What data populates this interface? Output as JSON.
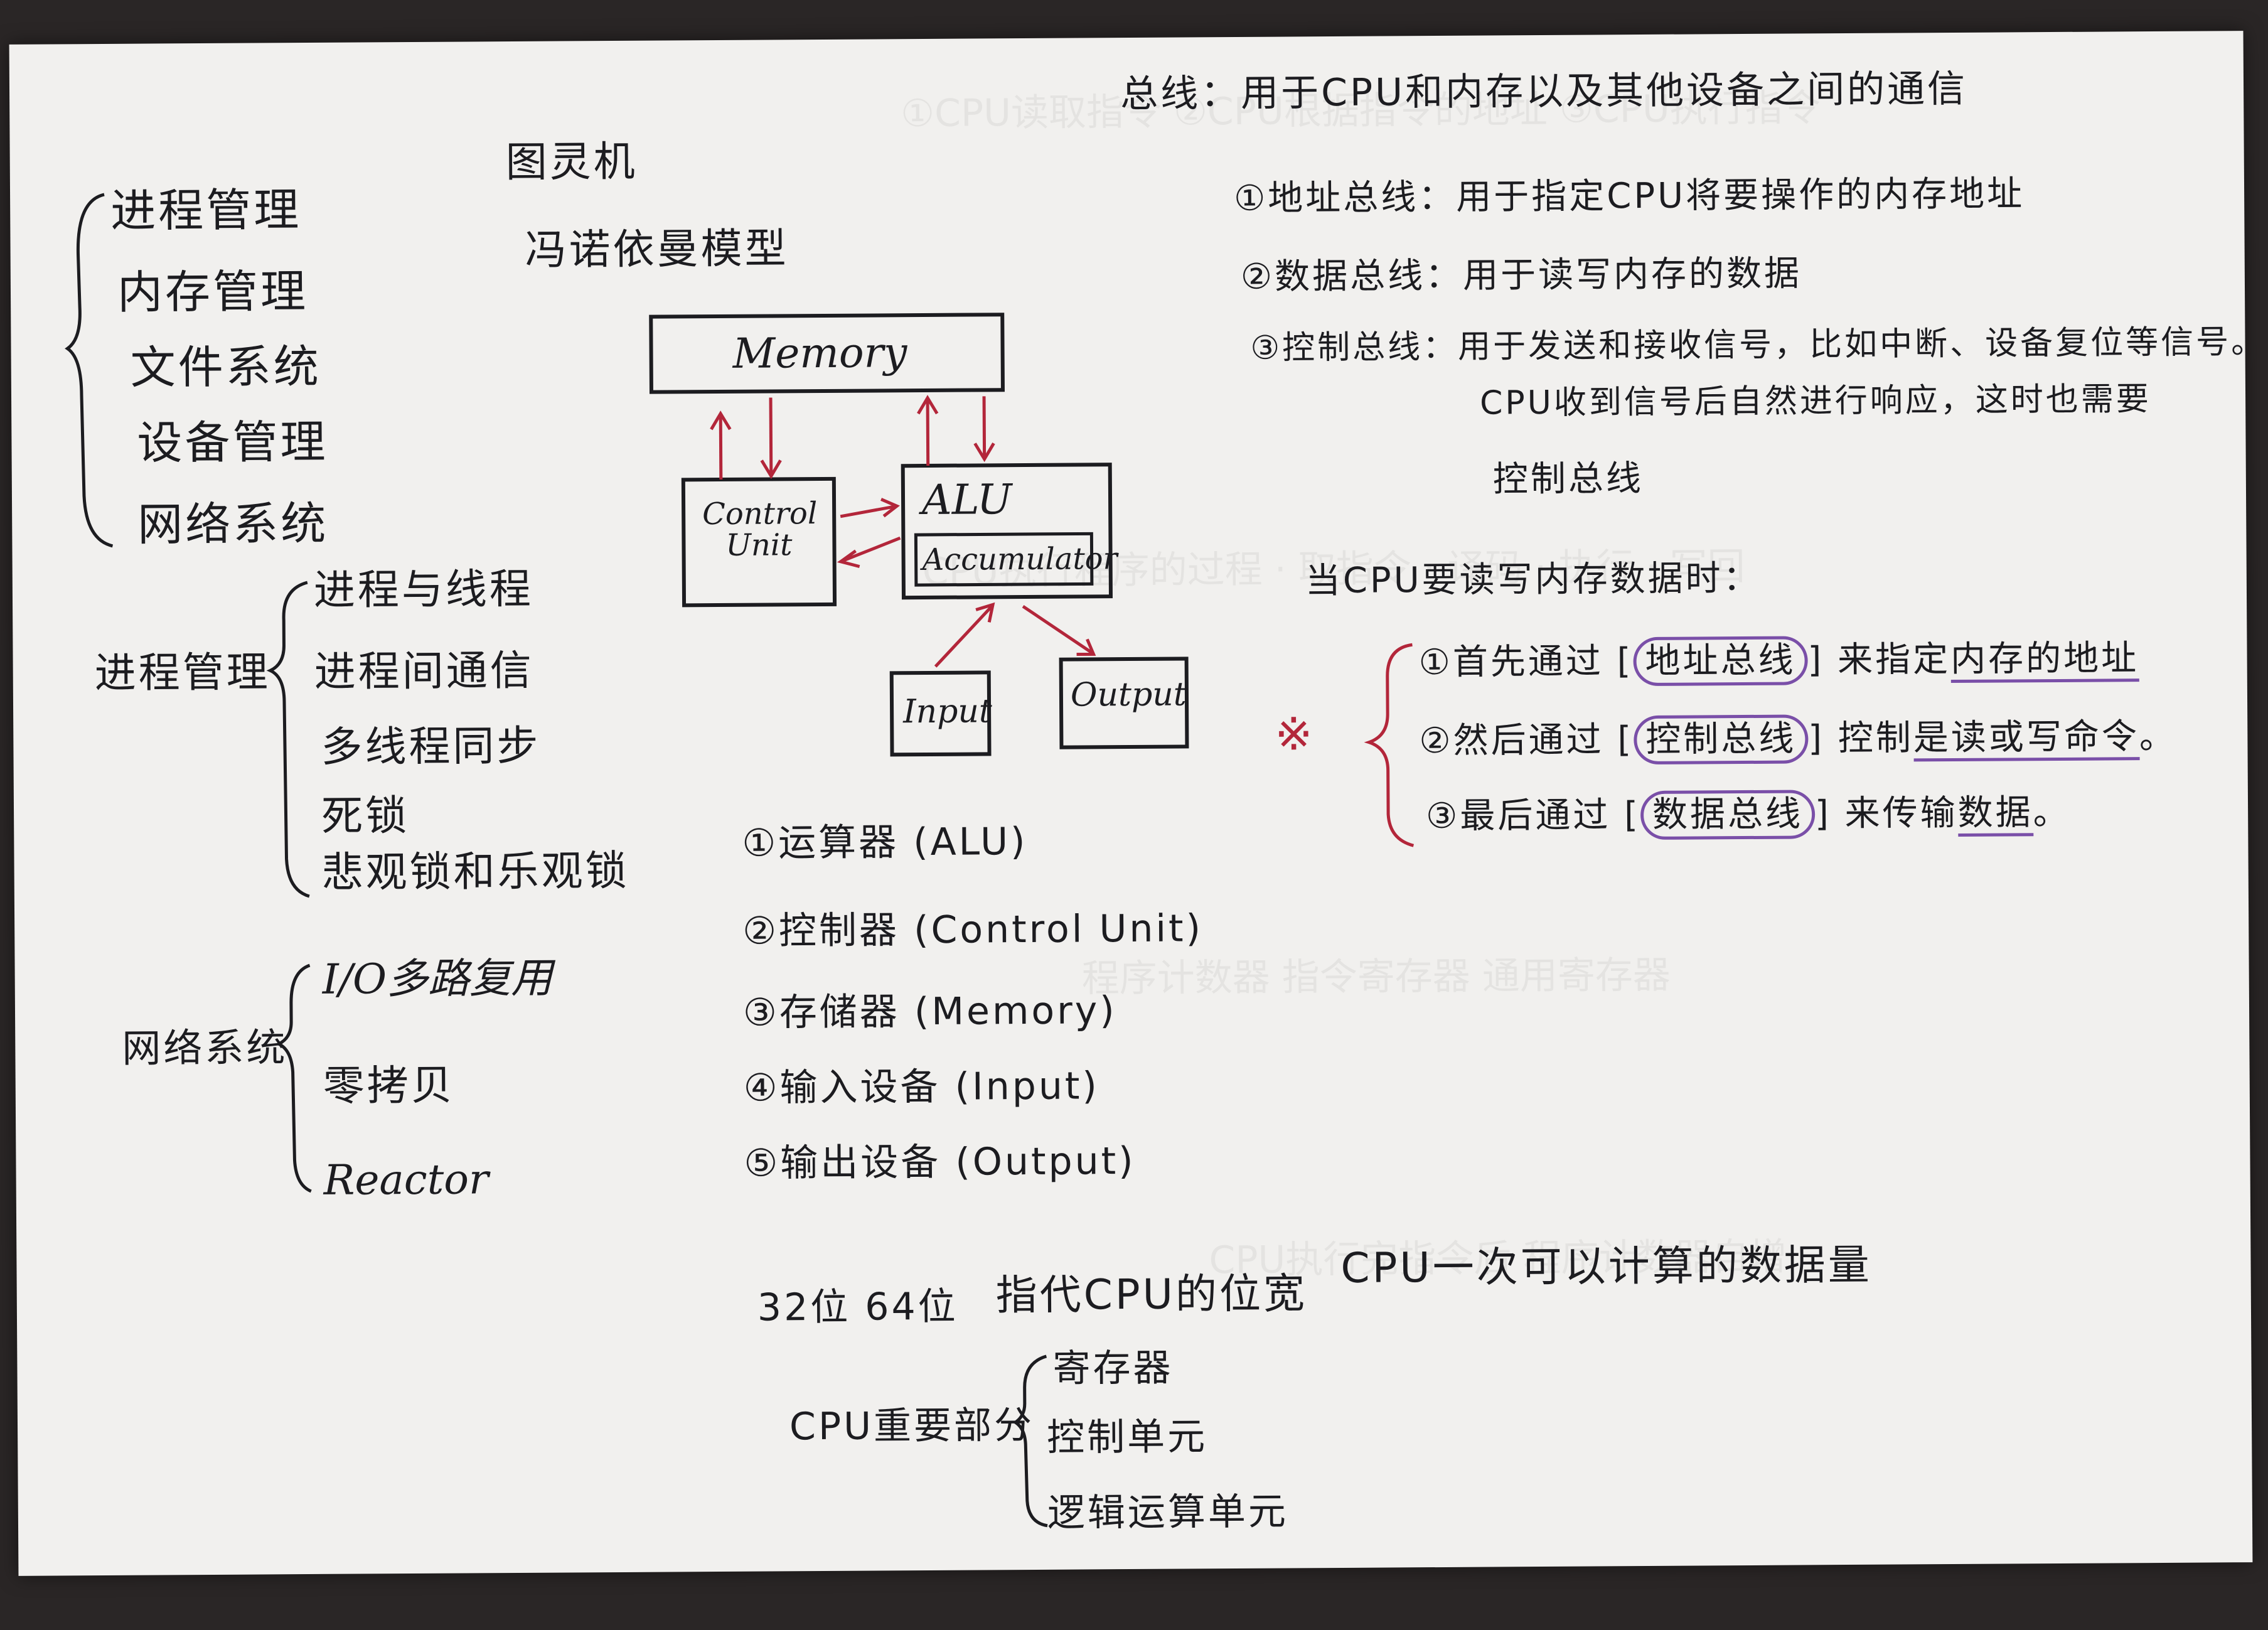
{
  "left_tree": {
    "main_items": [
      "进程管理",
      "内存管理",
      "文件系统",
      "设备管理",
      "网络系统"
    ],
    "process_group": {
      "label": "进程管理",
      "items": [
        "进程与线程",
        "进程间通信",
        "多线程同步",
        "死锁",
        "悲观锁和乐观锁"
      ]
    },
    "network_group": {
      "label": "网络系统",
      "items": [
        "I/O多路复用",
        "零拷贝",
        "Reactor"
      ]
    }
  },
  "center": {
    "turing": "图灵机",
    "von_neumann": "冯诺依曼模型",
    "diagram": {
      "memory": "Memory",
      "control_unit": "Control\nUnit",
      "alu": "ALU",
      "accumulator": "Accumulator",
      "input": "Input",
      "output": "Output"
    },
    "components": [
      "①运算器 (ALU)",
      "②控制器 (Control Unit)",
      "③存储器 (Memory)",
      "④输入设备 (Input)",
      "⑤输出设备 (Output)"
    ],
    "bits_line": {
      "bits": "32位   64位",
      "meaning": "指代CPU的位宽",
      "desc": "CPU一次可以计算的数据量"
    },
    "cpu_parts": {
      "label": "CPU重要部分",
      "items": [
        "寄存器",
        "控制单元",
        "逻辑运算单元"
      ]
    }
  },
  "right": {
    "bus_title": "总线：用于CPU和内存以及其他设备之间的通信",
    "buses": [
      "①地址总线：用于指定CPU将要操作的内存地址",
      "②数据总线：用于读写内存的数据",
      "③控制总线：用于发送和接收信号，比如中断、设备复位等信号。",
      "CPU收到信号后自然进行响应，这时也需要",
      "控制总线"
    ],
    "read_title": "当CPU要读写内存数据时：",
    "read_mark": "※",
    "steps": [
      {
        "num": "①",
        "pre": "首先通过 [",
        "ring": "地址总线",
        "post": "] 来指定",
        "ul": "内存的地址",
        "end": ""
      },
      {
        "num": "②",
        "pre": "然后通过 [",
        "ring": "控制总线",
        "post": "] 控制",
        "ul": "是读或写命令",
        "end": "。"
      },
      {
        "num": "③",
        "pre": "最后通过 [",
        "ring": "数据总线",
        "post": "] 来传输",
        "ul": "数据",
        "end": "。"
      }
    ]
  },
  "colors": {
    "ink": "#1c1c20",
    "red_ink": "#b3263a",
    "purple_ink": "#7a4fa8",
    "paper": "#f1f0ee"
  }
}
